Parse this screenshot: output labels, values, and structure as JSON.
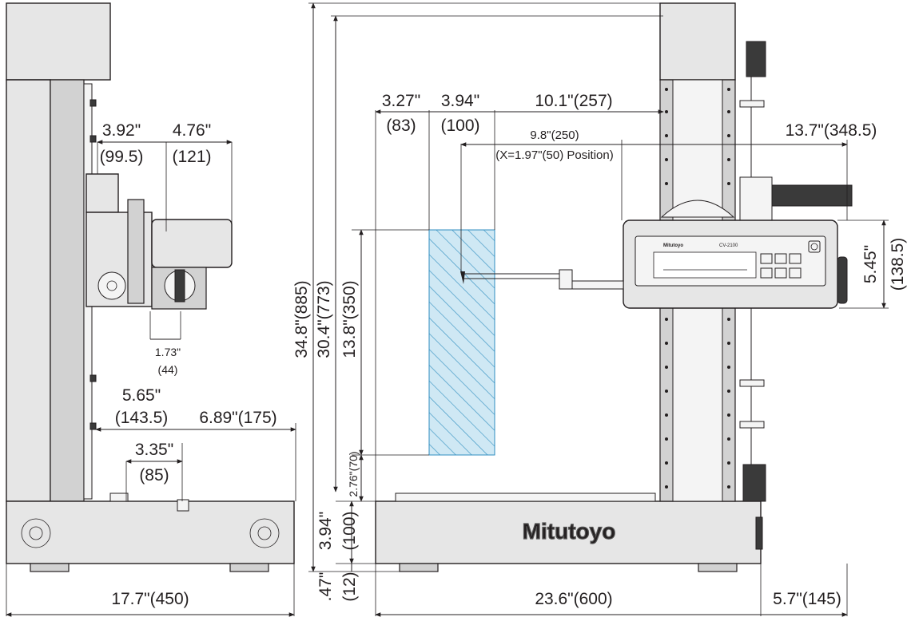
{
  "side_view": {
    "d_392": "3.92\"",
    "d_995": "(99.5)",
    "d_476": "4.76\"",
    "d_121": "(121)",
    "d_173": "1.73\"",
    "d_44": "(44)",
    "d_565": "5.65\"",
    "d_1435": "(143.5)",
    "d_689": "6.89\"(175)",
    "d_335": "3.35\"",
    "d_85": "(85)",
    "d_177": "17.7\"(450)"
  },
  "front_view": {
    "d_327": "3.27\"",
    "d_83": "(83)",
    "d_394": "3.94\"",
    "d_100": "(100)",
    "d_101": "10.1\"(257)",
    "d_98": "9.8\"(250)",
    "d_pos": "(X=1.97\"(50) Position)",
    "d_137": "13.7\"(348.5)",
    "d_545": "5.45\"",
    "d_1385": "(138.5)",
    "d_348": "34.8\"(885)",
    "d_304": "30.4\"(773)",
    "d_138": "13.8\"(350)",
    "d_276": "2.76\"(70)",
    "d_394v": "3.94\"",
    "d_100v": "(100)",
    "d_47": ".47\"",
    "d_12": "(12)",
    "d_236": "23.6\"(600)",
    "d_57": "5.7\"(145)"
  },
  "brand": {
    "logo": "Mitutoyo",
    "panel_brand": "Mitutoyo",
    "panel_model": "CV-2100"
  },
  "colors": {
    "line": "#231f20",
    "hatch_fill": "#cfe8f4",
    "hatch_line": "#2f8ec0",
    "body": "#e6e6e6"
  }
}
